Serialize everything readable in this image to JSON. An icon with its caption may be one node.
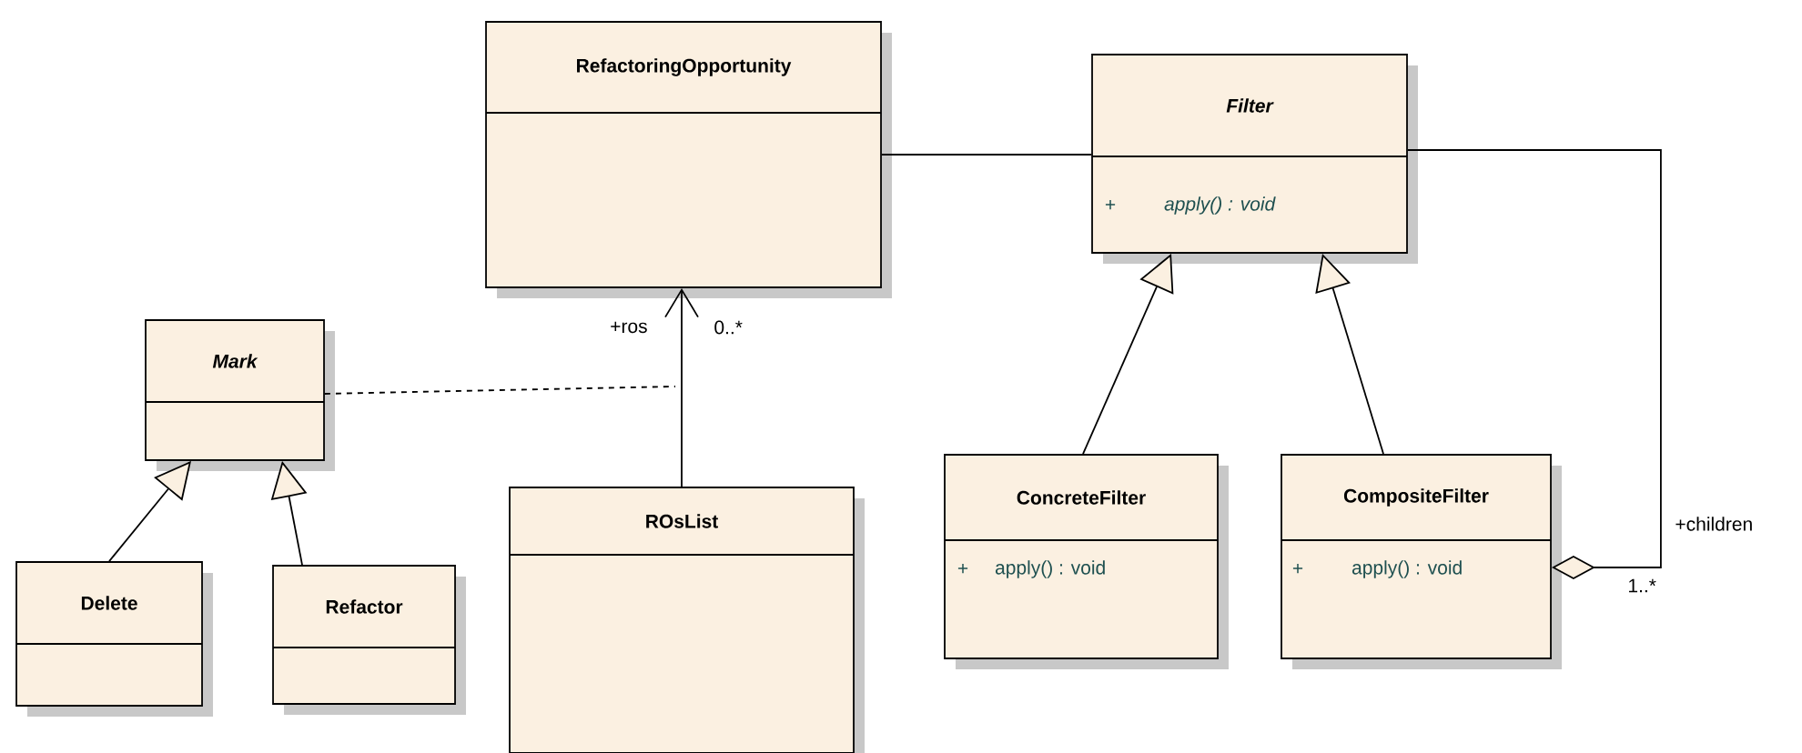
{
  "diagram": {
    "nodes": [
      {
        "text": [
          "RefactoringOpportunity"
        ]
      },
      {
        "text": [
          "Filter",
          "+",
          "apply() : void"
        ]
      },
      {
        "text": [
          "Mark"
        ]
      },
      {
        "text": [
          "Delete"
        ]
      },
      {
        "text": [
          "Refactor"
        ]
      },
      {
        "text": [
          "ROsList"
        ]
      },
      {
        "text": [
          "ConcreteFilter",
          "+",
          "apply() : void"
        ]
      },
      {
        "text": [
          "CompositeFilter",
          "+",
          "apply() : void"
        ]
      }
    ],
    "edges": [
      {
        "from": 0,
        "to": 1,
        "arrow": "none"
      },
      {
        "from": 5,
        "to": 0,
        "arrow": "to"
      },
      {
        "from": 6,
        "to": 1,
        "arrow": "to"
      },
      {
        "from": 7,
        "to": 1,
        "arrow": "to"
      },
      {
        "from": 3,
        "to": 2,
        "arrow": "to"
      },
      {
        "from": 4,
        "to": 2,
        "arrow": "to"
      },
      {
        "from": 7,
        "to": 1,
        "arrow": "other"
      },
      {
        "from": 2,
        "to": null,
        "arrow": "none",
        "style": "dashed"
      }
    ],
    "labels": [
      "+ros",
      "0..*",
      "+children",
      "1..*"
    ]
  }
}
